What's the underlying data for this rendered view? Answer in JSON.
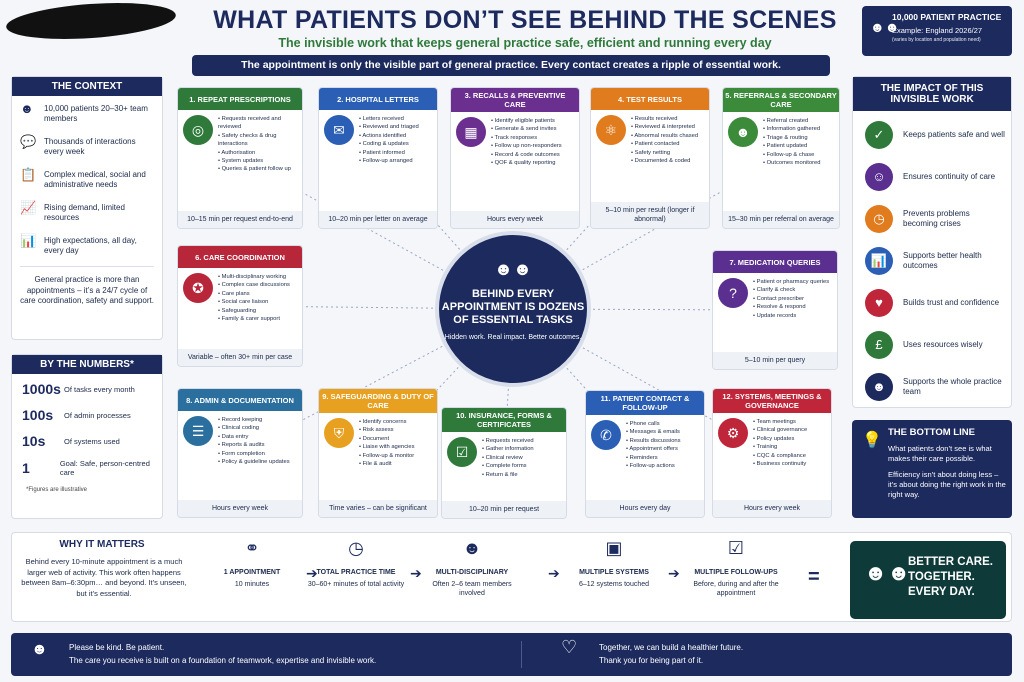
{
  "header": {
    "title": "WHAT PATIENTS DON’T SEE BEHIND THE SCENES",
    "subtitle": "The invisible work that keeps general practice safe, efficient and running every day",
    "banner": "The appointment is only the visible part of general practice. Every contact creates a ripple of essential work.",
    "practice": {
      "title": "10,000 PATIENT PRACTICE",
      "example": "Example: England 2026/27",
      "note": "(varies by location and population need)"
    }
  },
  "context": {
    "heading": "THE CONTEXT",
    "items": [
      {
        "icon": "people-icon",
        "text": "10,000 patients 20–30+ team members"
      },
      {
        "icon": "chat-icon",
        "text": "Thousands of interactions every week"
      },
      {
        "icon": "clipboard-icon",
        "text": "Complex medical, social and administrative needs"
      },
      {
        "icon": "rising-chart-icon",
        "text": "Rising demand, limited resources"
      },
      {
        "icon": "bar-chart-icon",
        "text": "High expectations, all day, every day"
      }
    ],
    "note": "General practice is more than appointments – it’s a 24/7 cycle of care coordination, safety and support."
  },
  "numbers": {
    "heading": "BY THE NUMBERS*",
    "items": [
      {
        "value": "1000s",
        "text": "Of tasks every month"
      },
      {
        "value": "100s",
        "text": "Of admin processes"
      },
      {
        "value": "10s",
        "text": "Of systems used"
      },
      {
        "value": "1",
        "text": "Goal: Safe, person-centred care"
      }
    ],
    "footnote": "*Figures are illustrative"
  },
  "cards": [
    {
      "title": "1. REPEAT PRESCRIPTIONS",
      "color": "#2f7a3b",
      "icon": "pill-icon",
      "items": [
        "Requests received and reviewed",
        "Safety checks & drug interactions",
        "Authorisation",
        "System updates",
        "Queries & patient follow up"
      ],
      "footer": "10–15 min per request end-to-end"
    },
    {
      "title": "2. HOSPITAL LETTERS",
      "color": "#2a5fb5",
      "icon": "envelope-icon",
      "items": [
        "Letters received",
        "Reviewed and triaged",
        "Actions identified",
        "Coding & updates",
        "Patient informed",
        "Follow-up arranged"
      ],
      "footer": "10–20 min per letter on average"
    },
    {
      "title": "3. RECALLS & PREVENTIVE CARE",
      "color": "#6a2f8f",
      "icon": "calendar-icon",
      "items": [
        "Identify eligible patients",
        "Generate & send invites",
        "Track responses",
        "Follow up non-responders",
        "Record & code outcomes",
        "QOF & quality reporting"
      ],
      "footer": "Hours every week"
    },
    {
      "title": "4. TEST RESULTS",
      "color": "#e07b1e",
      "icon": "flask-icon",
      "items": [
        "Results received",
        "Reviewed & interpreted",
        "Abnormal results chased",
        "Patient contacted",
        "Safety netting",
        "Documented & coded"
      ],
      "footer": "5–10 min per result (longer if abnormal)"
    },
    {
      "title": "5. REFERRALS & SECONDARY CARE",
      "color": "#3b8b3b",
      "icon": "team-icon",
      "items": [
        "Referral created",
        "Information gathered",
        "Triage & routing",
        "Patient updated",
        "Follow-up & chase",
        "Outcomes monitored"
      ],
      "footer": "15–30 min per referral on average"
    },
    {
      "title": "6. CARE COORDINATION",
      "color": "#b8263a",
      "icon": "network-icon",
      "items": [
        "Multi-disciplinary working",
        "Complex case discussions",
        "Care plans",
        "Social care liaison",
        "Safeguarding",
        "Family & carer support"
      ],
      "footer": "Variable – often 30+ min per case"
    },
    {
      "title": "7. MEDICATION QUERIES",
      "color": "#5a2f8f",
      "icon": "question-icon",
      "items": [
        "Patient or pharmacy queries",
        "Clarify & check",
        "Contact prescriber",
        "Resolve & respond",
        "Update records"
      ],
      "footer": "5–10 min per query"
    },
    {
      "title": "8. ADMIN & DOCUMENTATION",
      "color": "#2a6f9e",
      "icon": "document-icon",
      "items": [
        "Record keeping",
        "Clinical coding",
        "Data entry",
        "Reports & audits",
        "Form completion",
        "Policy & guideline updates"
      ],
      "footer": "Hours every week"
    },
    {
      "title": "9. SAFEGUARDING & DUTY OF CARE",
      "color": "#e8a020",
      "icon": "shield-icon",
      "items": [
        "Identify concerns",
        "Risk assess",
        "Document",
        "Liaise with agencies",
        "Follow-up & monitor",
        "File & audit"
      ],
      "footer": "Time varies – can be significant"
    },
    {
      "title": "10. INSURANCE, FORMS & CERTIFICATES",
      "color": "#2f7a3b",
      "icon": "form-icon",
      "items": [
        "Requests received",
        "Gather information",
        "Clinical review",
        "Complete forms",
        "Return & file"
      ],
      "footer": "10–20 min per request"
    },
    {
      "title": "11. PATIENT CONTACT & FOLLOW-UP",
      "color": "#2a5fb5",
      "icon": "phone-icon",
      "items": [
        "Phone calls",
        "Messages & emails",
        "Results discussions",
        "Appointment offers",
        "Reminders",
        "Follow-up actions"
      ],
      "footer": "Hours every day"
    },
    {
      "title": "12. SYSTEMS, MEETINGS & GOVERNANCE",
      "color": "#c0263a",
      "icon": "gear-icon",
      "items": [
        "Team meetings",
        "Clinical governance",
        "Policy updates",
        "Training",
        "CQC & compliance",
        "Business continuity"
      ],
      "footer": "Hours every week"
    }
  ],
  "hub": {
    "title": "BEHIND EVERY APPOINTMENT IS DOZENS OF ESSENTIAL TASKS",
    "sub": "Hidden work. Real impact. Better outcomes."
  },
  "impact": {
    "heading": "THE IMPACT OF THIS INVISIBLE WORK",
    "items": [
      {
        "icon": "shield-check-icon",
        "color": "#2f7a3b",
        "text": "Keeps patients safe and well"
      },
      {
        "icon": "person-icon",
        "color": "#5a2f8f",
        "text": "Ensures continuity of care"
      },
      {
        "icon": "clock-icon",
        "color": "#e07b1e",
        "text": "Prevents problems becoming crises"
      },
      {
        "icon": "bar-chart-icon",
        "color": "#2a5fb5",
        "text": "Supports better health outcomes"
      },
      {
        "icon": "heart-icon",
        "color": "#c0263a",
        "text": "Builds trust and confidence"
      },
      {
        "icon": "pound-icon",
        "color": "#2f7a3b",
        "text": "Uses resources wisely"
      },
      {
        "icon": "team-icon",
        "color": "#1c2a5e",
        "text": "Supports the whole practice team"
      }
    ]
  },
  "bottom_line": {
    "heading": "THE BOTTOM LINE",
    "p1": "What patients don’t see is what makes their care possible.",
    "p2": "Efficiency isn’t about doing less – it’s about doing the right work in the right way."
  },
  "why": {
    "heading": "WHY IT MATTERS",
    "body": "Behind every 10-minute appointment is a much larger web of activity. This work often happens between 8am–6:30pm… and beyond. It’s unseen, but it’s essential.",
    "steps": [
      {
        "icon": "stethoscope-icon",
        "title": "1 APPOINTMENT",
        "text": "10 minutes"
      },
      {
        "icon": "clock-icon",
        "title": "TOTAL PRACTICE TIME",
        "text": "30–60+ minutes of total activity"
      },
      {
        "icon": "team-icon",
        "title": "MULTI-DISCIPLINARY",
        "text": "Often 2–6 team members involved"
      },
      {
        "icon": "monitor-icon",
        "title": "MULTIPLE SYSTEMS",
        "text": "6–12 systems touched"
      },
      {
        "icon": "checklist-icon",
        "title": "MULTIPLE FOLLOW-UPS",
        "text": "Before, during and after the appointment"
      }
    ],
    "equals": "=",
    "result": "BETTER CARE. TOGETHER. EVERY DAY."
  },
  "footer": {
    "l1": "Please be kind. Be patient.",
    "l2": "The care you receive is built on a foundation of teamwork, expertise and invisible work.",
    "r1": "Together, we can build a healthier future.",
    "r2": "Thank you for being part of it."
  }
}
